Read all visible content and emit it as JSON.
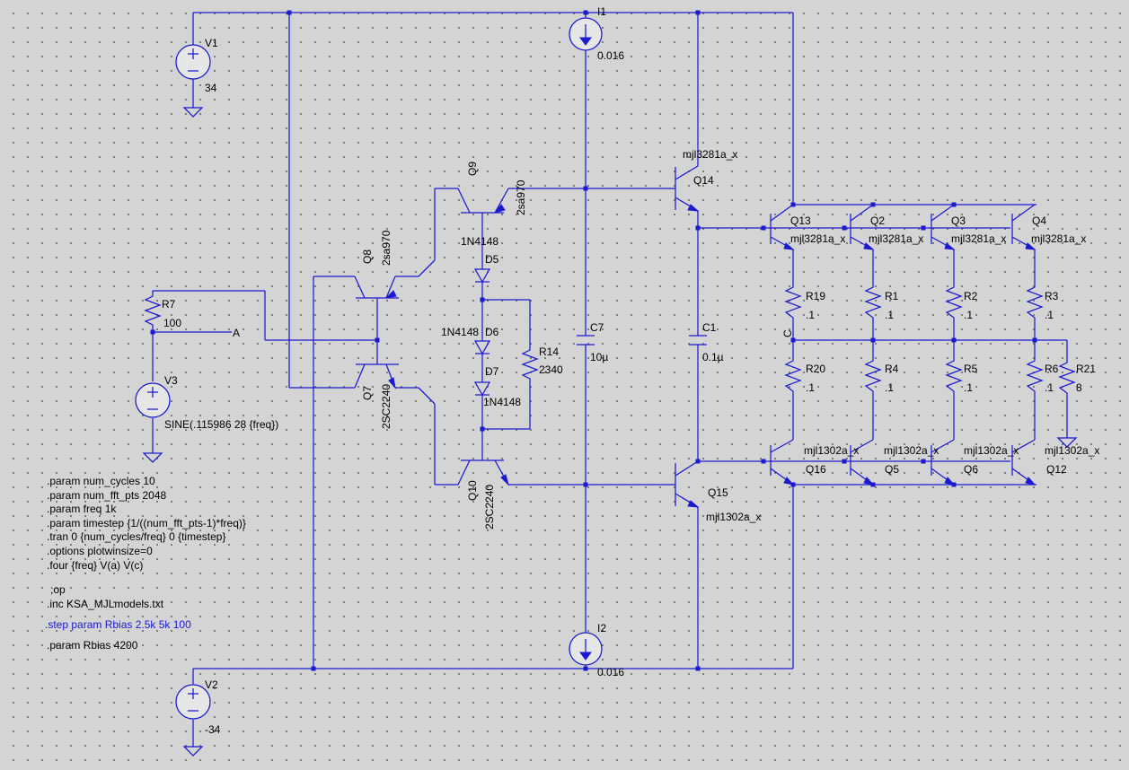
{
  "components": {
    "V1": {
      "name": "V1",
      "value": "34"
    },
    "V2": {
      "name": "V2",
      "value": "-34"
    },
    "V3": {
      "name": "V3",
      "value": "SINE(.115986 28 {freq})"
    },
    "I1": {
      "name": "I1",
      "value": "0.016"
    },
    "I2": {
      "name": "I2",
      "value": "0.016"
    },
    "R7": {
      "name": "R7",
      "value": "100"
    },
    "R14": {
      "name": "R14",
      "value": "2340"
    },
    "R19": {
      "name": "R19",
      "value": ".1"
    },
    "R1": {
      "name": "R1",
      "value": ".1"
    },
    "R2": {
      "name": "R2",
      "value": ".1"
    },
    "R3": {
      "name": "R3",
      "value": ".1"
    },
    "R20": {
      "name": "R20",
      "value": ".1"
    },
    "R4": {
      "name": "R4",
      "value": ".1"
    },
    "R5": {
      "name": "R5",
      "value": ".1"
    },
    "R6": {
      "name": "R6",
      "value": ".1"
    },
    "R21": {
      "name": "R21",
      "value": "8"
    },
    "C7": {
      "name": "C7",
      "value": "10µ"
    },
    "C1": {
      "name": "C1",
      "value": "0.1µ"
    },
    "D5": {
      "name": "D5",
      "value": "1N4148"
    },
    "D6": {
      "name": "D6",
      "value": "1N4148"
    },
    "D7": {
      "name": "D7",
      "value": "1N4148"
    },
    "Q8": {
      "name": "Q8",
      "value": "2sa970"
    },
    "Q7": {
      "name": "Q7",
      "value": "2SC2240"
    },
    "Q9": {
      "name": "Q9",
      "value": "2sa970"
    },
    "Q10": {
      "name": "Q10",
      "value": "2SC2240"
    },
    "Q14": {
      "name": "Q14",
      "value": "mjl3281a_x"
    },
    "Q15": {
      "name": "Q15",
      "value": "mjl1302a_x"
    },
    "Q13": {
      "name": "Q13",
      "value": "mjl3281a_x"
    },
    "Q2": {
      "name": "Q2",
      "value": "mjl3281a_x"
    },
    "Q3": {
      "name": "Q3",
      "value": "mjl3281a_x"
    },
    "Q4": {
      "name": "Q4",
      "value": "mjl3281a_x"
    },
    "Q16": {
      "name": "Q16",
      "value": "mjl1302a_x"
    },
    "Q5": {
      "name": "Q5",
      "value": "mjl1302a_x"
    },
    "Q6": {
      "name": "Q6",
      "value": "mjl1302a_x"
    },
    "Q12": {
      "name": "Q12",
      "value": "mjl1302a_x"
    }
  },
  "net_labels": {
    "A": "A",
    "C": "C"
  },
  "directives": [
    ".param num_cycles 10",
    ".param num_fft_pts 2048",
    ".param freq 1k",
    ".param timestep {1/((num_fft_pts-1)*freq)}",
    ".tran 0 {num_cycles/freq} 0 {timestep}",
    ".options plotwinsize=0",
    ".four {freq} V(a) V(c)",
    ";op",
    ".inc KSA_MJLmodels.txt"
  ],
  "step_directive": ".step param Rbias 2.5k 5k 100",
  "param_directive": ".param Rbias 4200",
  "colors": {
    "wire": "#1a1ad0",
    "background": "#d4d4d4",
    "grid_dot": "#6e6e6e",
    "text": "#000000"
  }
}
